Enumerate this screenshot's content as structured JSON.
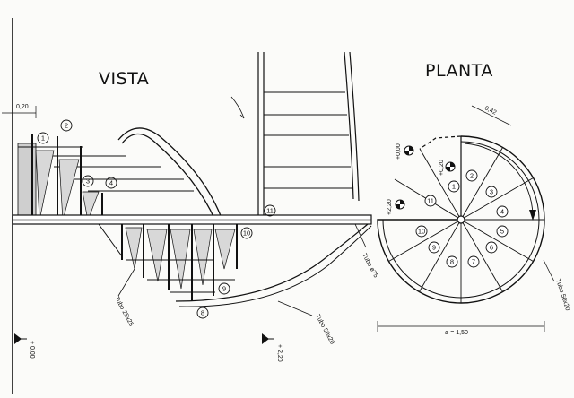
{
  "titles": {
    "vista": "VISTA",
    "planta": "PLANTA"
  },
  "dimensions": {
    "left_offset": "0,20",
    "tread_width": "0,42",
    "diameter": "ø = 1,50"
  },
  "levels": {
    "vista_bottom": "+ 0,00",
    "vista_mid": "+ 2,20",
    "planta_top": "+0,00",
    "planta_mid": "+0,20",
    "planta_low": "+2,20"
  },
  "labels": {
    "tube_25": "Tubo 25x25",
    "tube_50_vista": "Tubo 50x20",
    "tube_75": "Tubo ø75",
    "tube_50_planta": "Tubo 50x20"
  },
  "vista_steps": [
    "1",
    "2",
    "3",
    "4",
    "8",
    "9",
    "10",
    "11"
  ],
  "planta_steps": [
    "1",
    "2",
    "3",
    "4",
    "5",
    "6",
    "7",
    "8",
    "9",
    "10",
    "11"
  ]
}
